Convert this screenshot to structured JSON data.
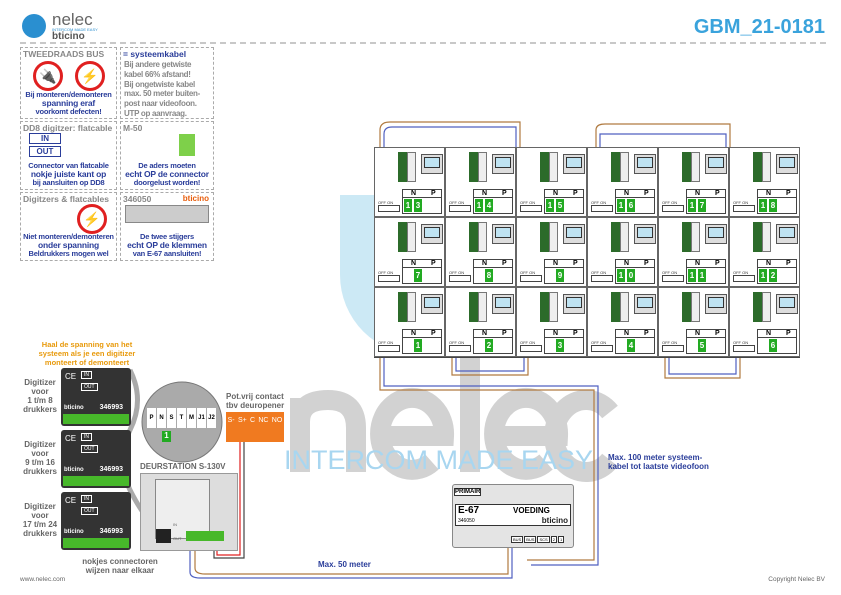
{
  "header": {
    "title": "GBM_21-0181",
    "logo_name": "nelec",
    "logo_tagline": "INTERCOM MADE EASY",
    "logo_brand": "bticino"
  },
  "panels": [
    {
      "title": "TWEEDRAADS BUS",
      "text": [
        "Bij monteren/demonteren",
        "spanning eraf",
        "voorkomt defecten!"
      ]
    },
    {
      "title": "= systeemkabel",
      "text": [
        "Bij andere getwiste",
        "kabel 66% afstand!",
        "Bij ongetwiste kabel",
        "max. 50 meter buiten-",
        "post naar videofoon.",
        "UTP op aanvraag."
      ]
    },
    {
      "title": "DD8 digitzer: flatcable",
      "in": "IN",
      "out": "OUT",
      "text": [
        "Connector van flatcable",
        "nokje juiste kant op",
        "bij aansluiten op DD8"
      ]
    },
    {
      "title": "M-50",
      "text": [
        "De aders moeten",
        "echt OP de connector",
        "doorgelust worden!"
      ]
    },
    {
      "title": "Digitzers & flatcables",
      "text": [
        "Niet monteren/demonteren",
        "onder spanning",
        "Beldrukkers mogen wel"
      ]
    },
    {
      "title": "346050",
      "brand": "bticino",
      "text": [
        "De twee stijgers",
        "echt OP de klemmen",
        "van E-67 aansluiten!"
      ]
    }
  ],
  "grid": {
    "n_label": "N",
    "p_label": "P",
    "switch_label": "OFF ON",
    "rows": [
      [
        "13",
        "14",
        "15",
        "16",
        "17",
        "18"
      ],
      [
        "7",
        "8",
        "9",
        "10",
        "11",
        "12"
      ],
      [
        "1",
        "2",
        "3",
        "4",
        "5",
        "6"
      ]
    ]
  },
  "left": {
    "warning": [
      "Haal de spanning van het",
      "systeem als je een digitizer",
      "monteert of demonteert"
    ],
    "digitizers": [
      {
        "label": [
          "Digitizer",
          "voor",
          "1 t/m 8",
          "drukkers"
        ],
        "code": "346993"
      },
      {
        "label": [
          "Digitizer",
          "voor",
          "9 t/m 16",
          "drukkers"
        ],
        "code": "346993"
      },
      {
        "label": [
          "Digitizer",
          "voor",
          "17 t/m 24",
          "drukkers"
        ],
        "code": "346993"
      }
    ],
    "digitizer_in": "IN",
    "digitizer_out": "OUT",
    "brand": "bticino",
    "note": [
      "nokjes connectoren",
      "wijzen naar elkaar"
    ],
    "detail_terms": [
      "P",
      "N",
      "S",
      "T",
      "M",
      "J1",
      "J2"
    ],
    "detail_number": "1",
    "door_station": "DEURSTATION S-130V",
    "door_in": "IN",
    "door_out": "OUT",
    "contact_title": [
      "Pot.vrij contact",
      "tbv deuropener"
    ],
    "contact_terms": [
      "S-",
      "S+",
      "C",
      "NC",
      "NO"
    ]
  },
  "power": {
    "primair": "PRIMAIR",
    "model": "E-67",
    "name": "VOEDING",
    "code": "346050",
    "brand": "bticino",
    "terms": [
      "BUS",
      "BUS",
      "SCS",
      "2",
      "1"
    ]
  },
  "notes": {
    "max100": [
      "Max. 100 meter systeem-",
      "kabel tot laatste videofoon"
    ],
    "max50": "Max. 50 meter"
  },
  "watermark": {
    "main": "nelec",
    "sub": "INTERCOM MADE EASY"
  },
  "footer": {
    "left": "www.nelec.com",
    "right": "Copyright Nelec BV"
  },
  "colors": {
    "accent": "#3aa3dc",
    "text_blue": "#2a3d9a",
    "green": "#22aa22",
    "orange": "#e85d0c",
    "cable_brown": "#b07a40",
    "cable_blue": "#5060c0"
  }
}
